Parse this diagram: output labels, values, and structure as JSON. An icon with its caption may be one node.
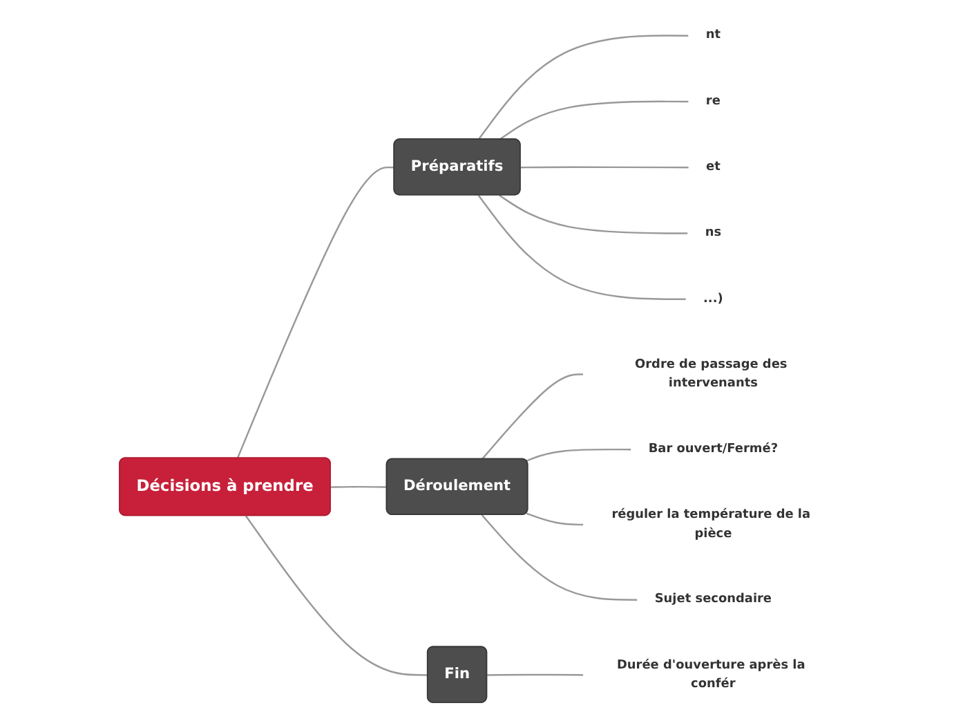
{
  "diagram": {
    "nodes": [
      {
        "text": [
          "Décisions à prendre"
        ]
      },
      {
        "text": [
          "Préparatifs"
        ]
      },
      {
        "text": [
          "nt"
        ]
      },
      {
        "text": [
          "re"
        ]
      },
      {
        "text": [
          "et"
        ]
      },
      {
        "text": [
          "ns"
        ]
      },
      {
        "text": [
          "...)"
        ]
      },
      {
        "text": [
          "Déroulement"
        ]
      },
      {
        "text": [
          "Ordre de passage des intervenants"
        ]
      },
      {
        "text": [
          "Bar ouvert/Fermé?"
        ]
      },
      {
        "text": [
          "réguler la température de la pièce"
        ]
      },
      {
        "text": [
          "Sujet secondaire"
        ]
      },
      {
        "text": [
          "Fin"
        ]
      },
      {
        "text": [
          "Durée d'ouverture après la confér"
        ]
      }
    ],
    "edges": [
      {
        "from": 0,
        "to": 1,
        "arrow": "none"
      },
      {
        "from": 1,
        "to": 2,
        "arrow": "none"
      },
      {
        "from": 1,
        "to": 3,
        "arrow": "none"
      },
      {
        "from": 1,
        "to": 4,
        "arrow": "none"
      },
      {
        "from": 1,
        "to": 5,
        "arrow": "none"
      },
      {
        "from": 1,
        "to": 6,
        "arrow": "none"
      },
      {
        "from": 0,
        "to": 7,
        "arrow": "none"
      },
      {
        "from": 7,
        "to": 8,
        "arrow": "none"
      },
      {
        "from": 7,
        "to": 9,
        "arrow": "none"
      },
      {
        "from": 7,
        "to": 10,
        "arrow": "none"
      },
      {
        "from": 7,
        "to": 11,
        "arrow": "none"
      },
      {
        "from": 0,
        "to": 12,
        "arrow": "none"
      },
      {
        "from": 12,
        "to": 13,
        "arrow": "none"
      }
    ]
  }
}
